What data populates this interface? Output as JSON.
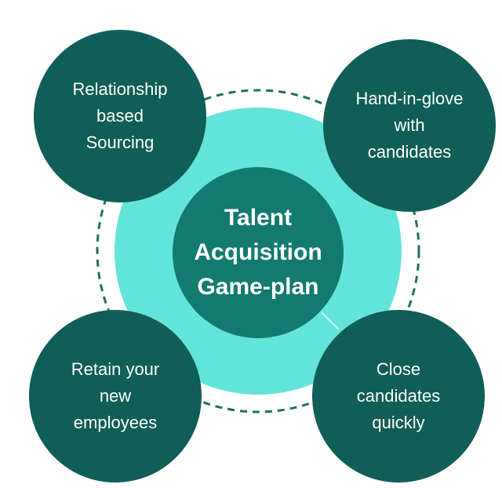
{
  "diagram": {
    "center": {
      "label": "Talent\nAcquisition\nGame-plan"
    },
    "nodes": [
      {
        "id": "top-left",
        "label": "Relationship\nbased\nSourcing"
      },
      {
        "id": "top-right",
        "label": "Hand-in-glove\nwith\ncandidates"
      },
      {
        "id": "bottom-left",
        "label": "Retain your\nnew\nemployees"
      },
      {
        "id": "bottom-right",
        "label": "Close\ncandidates\nquickly"
      }
    ]
  },
  "colors": {
    "background": "#ffffff",
    "outer_circle": "#0f5e57",
    "center_circle": "#137a70",
    "aura_ring": "#63e4da",
    "dashed_ring": "#1f6e66",
    "text": "#ffffff"
  }
}
